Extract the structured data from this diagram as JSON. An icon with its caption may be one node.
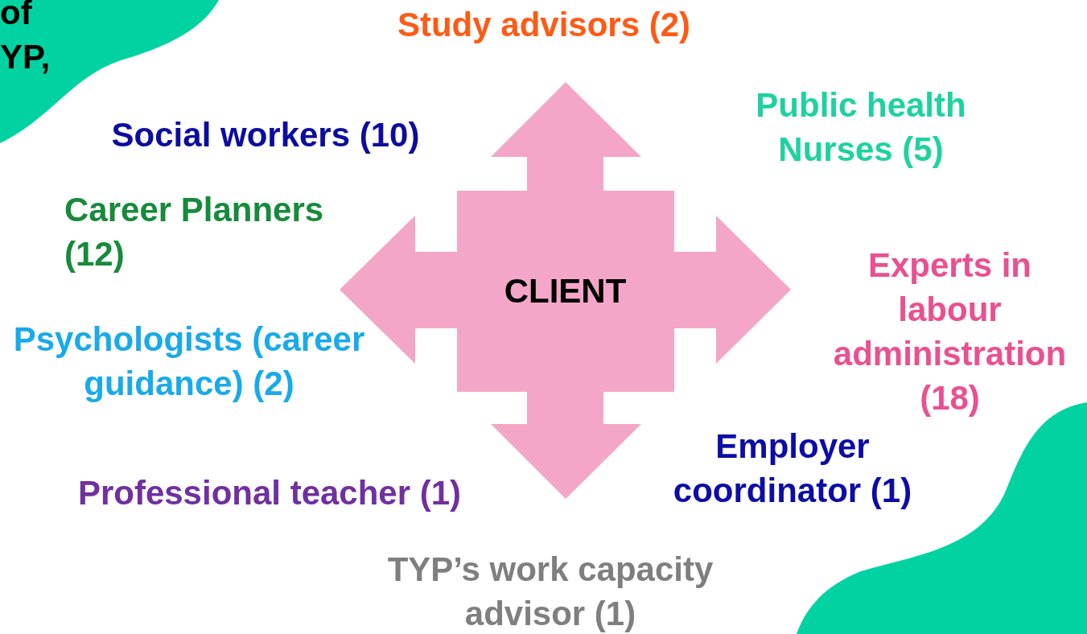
{
  "diagram": {
    "nodes": [
      {
        "text": [
          "CLIENT"
        ]
      }
    ],
    "labels": [
      "of YP,",
      "Study advisors (2)",
      "Public health Nurses (5)",
      "Social workers (10)",
      "Career Planners (12)",
      "Experts in labour administration (18)",
      "Psychologists (career guidance) (2)",
      "Employer coordinator (1)",
      "Professional teacher (1)",
      "TYP’s work capacity advisor (1)"
    ]
  }
}
